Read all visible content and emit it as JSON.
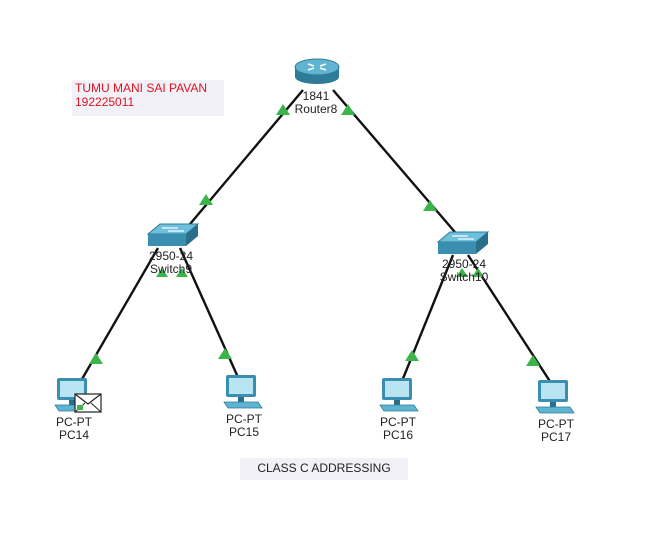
{
  "notes": {
    "author_name": "TUMU MANI SAI PAVAN",
    "author_id": "192225011",
    "title": "CLASS C ADDRESSING"
  },
  "devices": {
    "router": {
      "model": "1841",
      "name": "Router8"
    },
    "switch_left": {
      "model": "2950-24",
      "name": "Switch9"
    },
    "switch_right": {
      "model": "2950-24",
      "name": "Switch10"
    },
    "pc14": {
      "model": "PC-PT",
      "name": "PC14"
    },
    "pc15": {
      "model": "PC-PT",
      "name": "PC15"
    },
    "pc16": {
      "model": "PC-PT",
      "name": "PC16"
    },
    "pc17": {
      "model": "PC-PT",
      "name": "PC17"
    }
  },
  "link_status": "up",
  "colors": {
    "link": "#111111",
    "link_up": "#3bb44a",
    "device": "#3a8fb0",
    "note_text": "#e0141e",
    "note_bg": "#f1f1f7"
  },
  "icons": [
    "router-icon",
    "switch-icon",
    "pc-icon",
    "envelope-icon"
  ]
}
